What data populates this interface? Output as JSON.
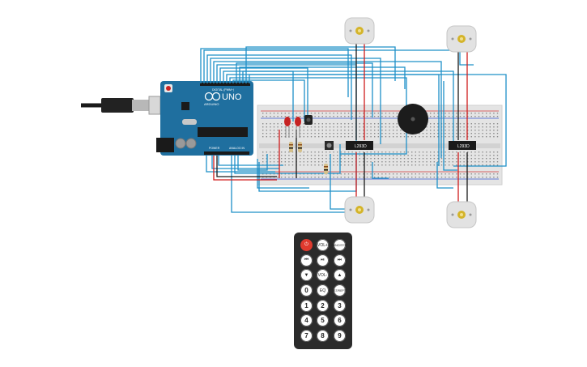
{
  "board": {
    "brand": "ARDUINO",
    "model": "UNO",
    "digital_label": "DIGITAL (PWM~)",
    "analog_label": "ANALOG IN",
    "power_label": "POWER"
  },
  "driver_chips": [
    {
      "label": "L293D"
    },
    {
      "label": "L293D"
    }
  ],
  "remote": {
    "buttons": [
      {
        "id": "power",
        "label": "⏻"
      },
      {
        "id": "vol-up",
        "label": "VOL+"
      },
      {
        "id": "func-stop",
        "label": "FUNC/STOP"
      },
      {
        "id": "prev",
        "label": "⏮"
      },
      {
        "id": "play-pause",
        "label": "⏯"
      },
      {
        "id": "next",
        "label": "⏭"
      },
      {
        "id": "down",
        "label": "▼"
      },
      {
        "id": "vol-down",
        "label": "VOL-"
      },
      {
        "id": "up",
        "label": "▲"
      },
      {
        "id": "zero",
        "label": "0"
      },
      {
        "id": "eq",
        "label": "EQ"
      },
      {
        "id": "st-rept",
        "label": "ST/REPT"
      },
      {
        "id": "one",
        "label": "1"
      },
      {
        "id": "two",
        "label": "2"
      },
      {
        "id": "three",
        "label": "3"
      },
      {
        "id": "four",
        "label": "4"
      },
      {
        "id": "five",
        "label": "5"
      },
      {
        "id": "six",
        "label": "6"
      },
      {
        "id": "seven",
        "label": "7"
      },
      {
        "id": "eight",
        "label": "8"
      },
      {
        "id": "nine",
        "label": "9"
      }
    ]
  },
  "colors": {
    "wire": "#1e90c8",
    "wire_red": "#d01c1c",
    "wire_black": "#1a1a1a",
    "board": "#1f6f9f",
    "breadboard": "#e4e4e4",
    "motor_body": "#e2e2e2",
    "motor_center": "#d4b42a"
  }
}
